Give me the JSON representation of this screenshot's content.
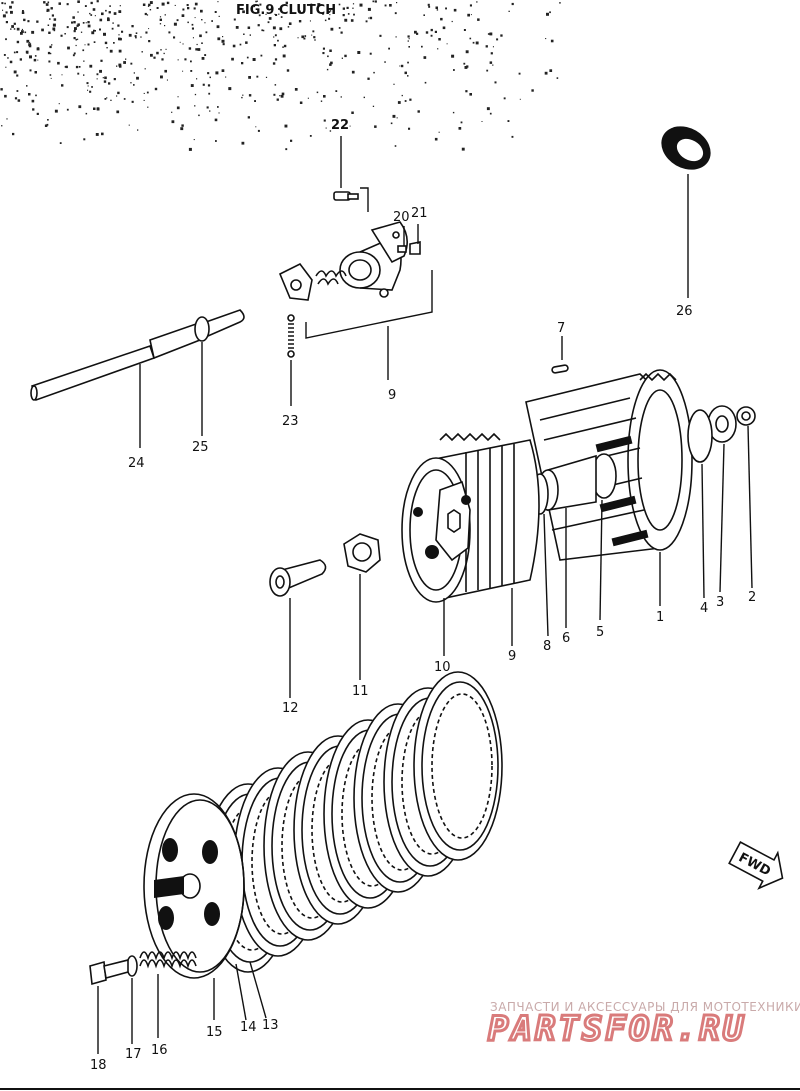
{
  "figure_title": "FIG.9 CLUTCH",
  "callouts": {
    "p1": "1",
    "p2": "2",
    "p3": "3",
    "p4": "4",
    "p5": "5",
    "p6": "6",
    "p7": "7",
    "p8": "8",
    "p9a": "9",
    "p9b": "9",
    "p10": "10",
    "p11": "11",
    "p12": "12",
    "p13": "13",
    "p14": "14",
    "p15": "15",
    "p16": "16",
    "p17": "17",
    "p18": "18",
    "p20": "20",
    "p21": "21",
    "p22": "22",
    "p23": "23",
    "p24": "24",
    "p25": "25",
    "p26": "26"
  },
  "fwd_label": "FWD",
  "watermark": {
    "tagline": "ЗАПЧАСТИ И АКСЕССУАРЫ ДЛЯ МОТОТЕХНИКИ",
    "brand": "PARTSFOR.RU"
  }
}
